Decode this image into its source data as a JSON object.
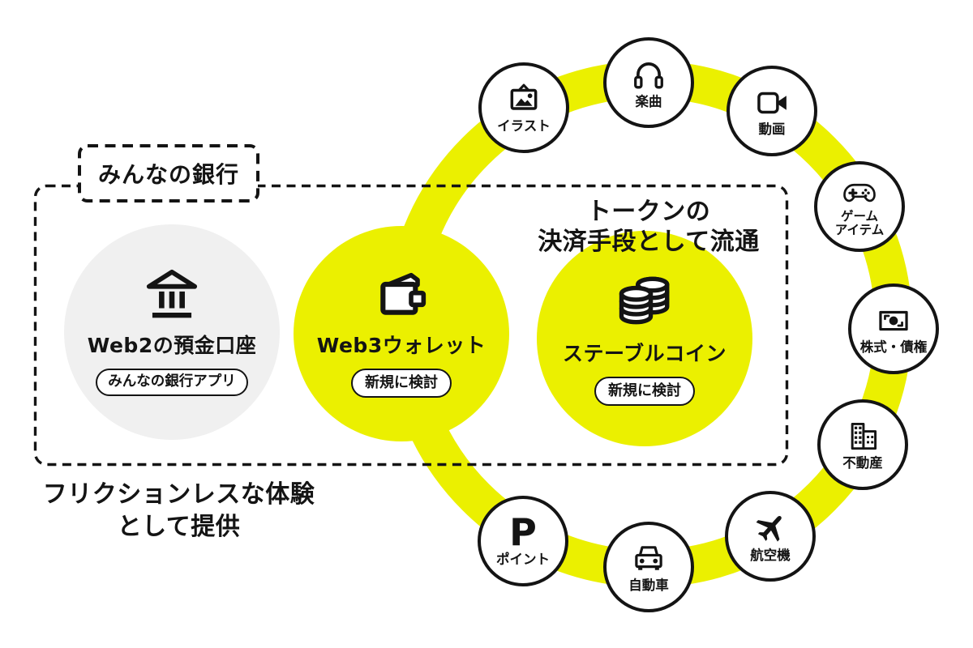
{
  "colors": {
    "accent_yellow": "#EBF000",
    "circle_gray": "#F0F0F0",
    "ink": "#141414"
  },
  "bank_group": {
    "label": "みんなの銀行",
    "web2_account": {
      "title": "Web2の預金口座",
      "badge": "みんなの銀行アプリ",
      "icon": "bank-icon"
    },
    "web3_wallet": {
      "title": "Web3ウォレット",
      "badge": "新規に検討",
      "icon": "wallet-icon"
    },
    "stablecoin": {
      "title": "ステーブルコイン",
      "badge": "新規に検討",
      "icon": "coins-icon"
    }
  },
  "captions": {
    "token_line1": "トークンの",
    "token_line2": "決済手段として流通",
    "frictionless_line1": "フリクションレスな体験",
    "frictionless_line2": "として提供"
  },
  "ring_items": [
    {
      "label": "イラスト",
      "icon": "illustration-icon"
    },
    {
      "label": "楽曲",
      "icon": "headphones-icon"
    },
    {
      "label": "動画",
      "icon": "video-camera-icon"
    },
    {
      "label": "ゲーム",
      "label2": "アイテム",
      "icon": "game-controller-icon"
    },
    {
      "label": "株式・債権",
      "icon": "certificate-icon"
    },
    {
      "label": "不動産",
      "icon": "buildings-icon"
    },
    {
      "label": "航空機",
      "icon": "airplane-icon"
    },
    {
      "label": "自動車",
      "icon": "car-icon"
    },
    {
      "label": "ポイント",
      "letter": "P",
      "icon": "point-p-icon"
    }
  ]
}
